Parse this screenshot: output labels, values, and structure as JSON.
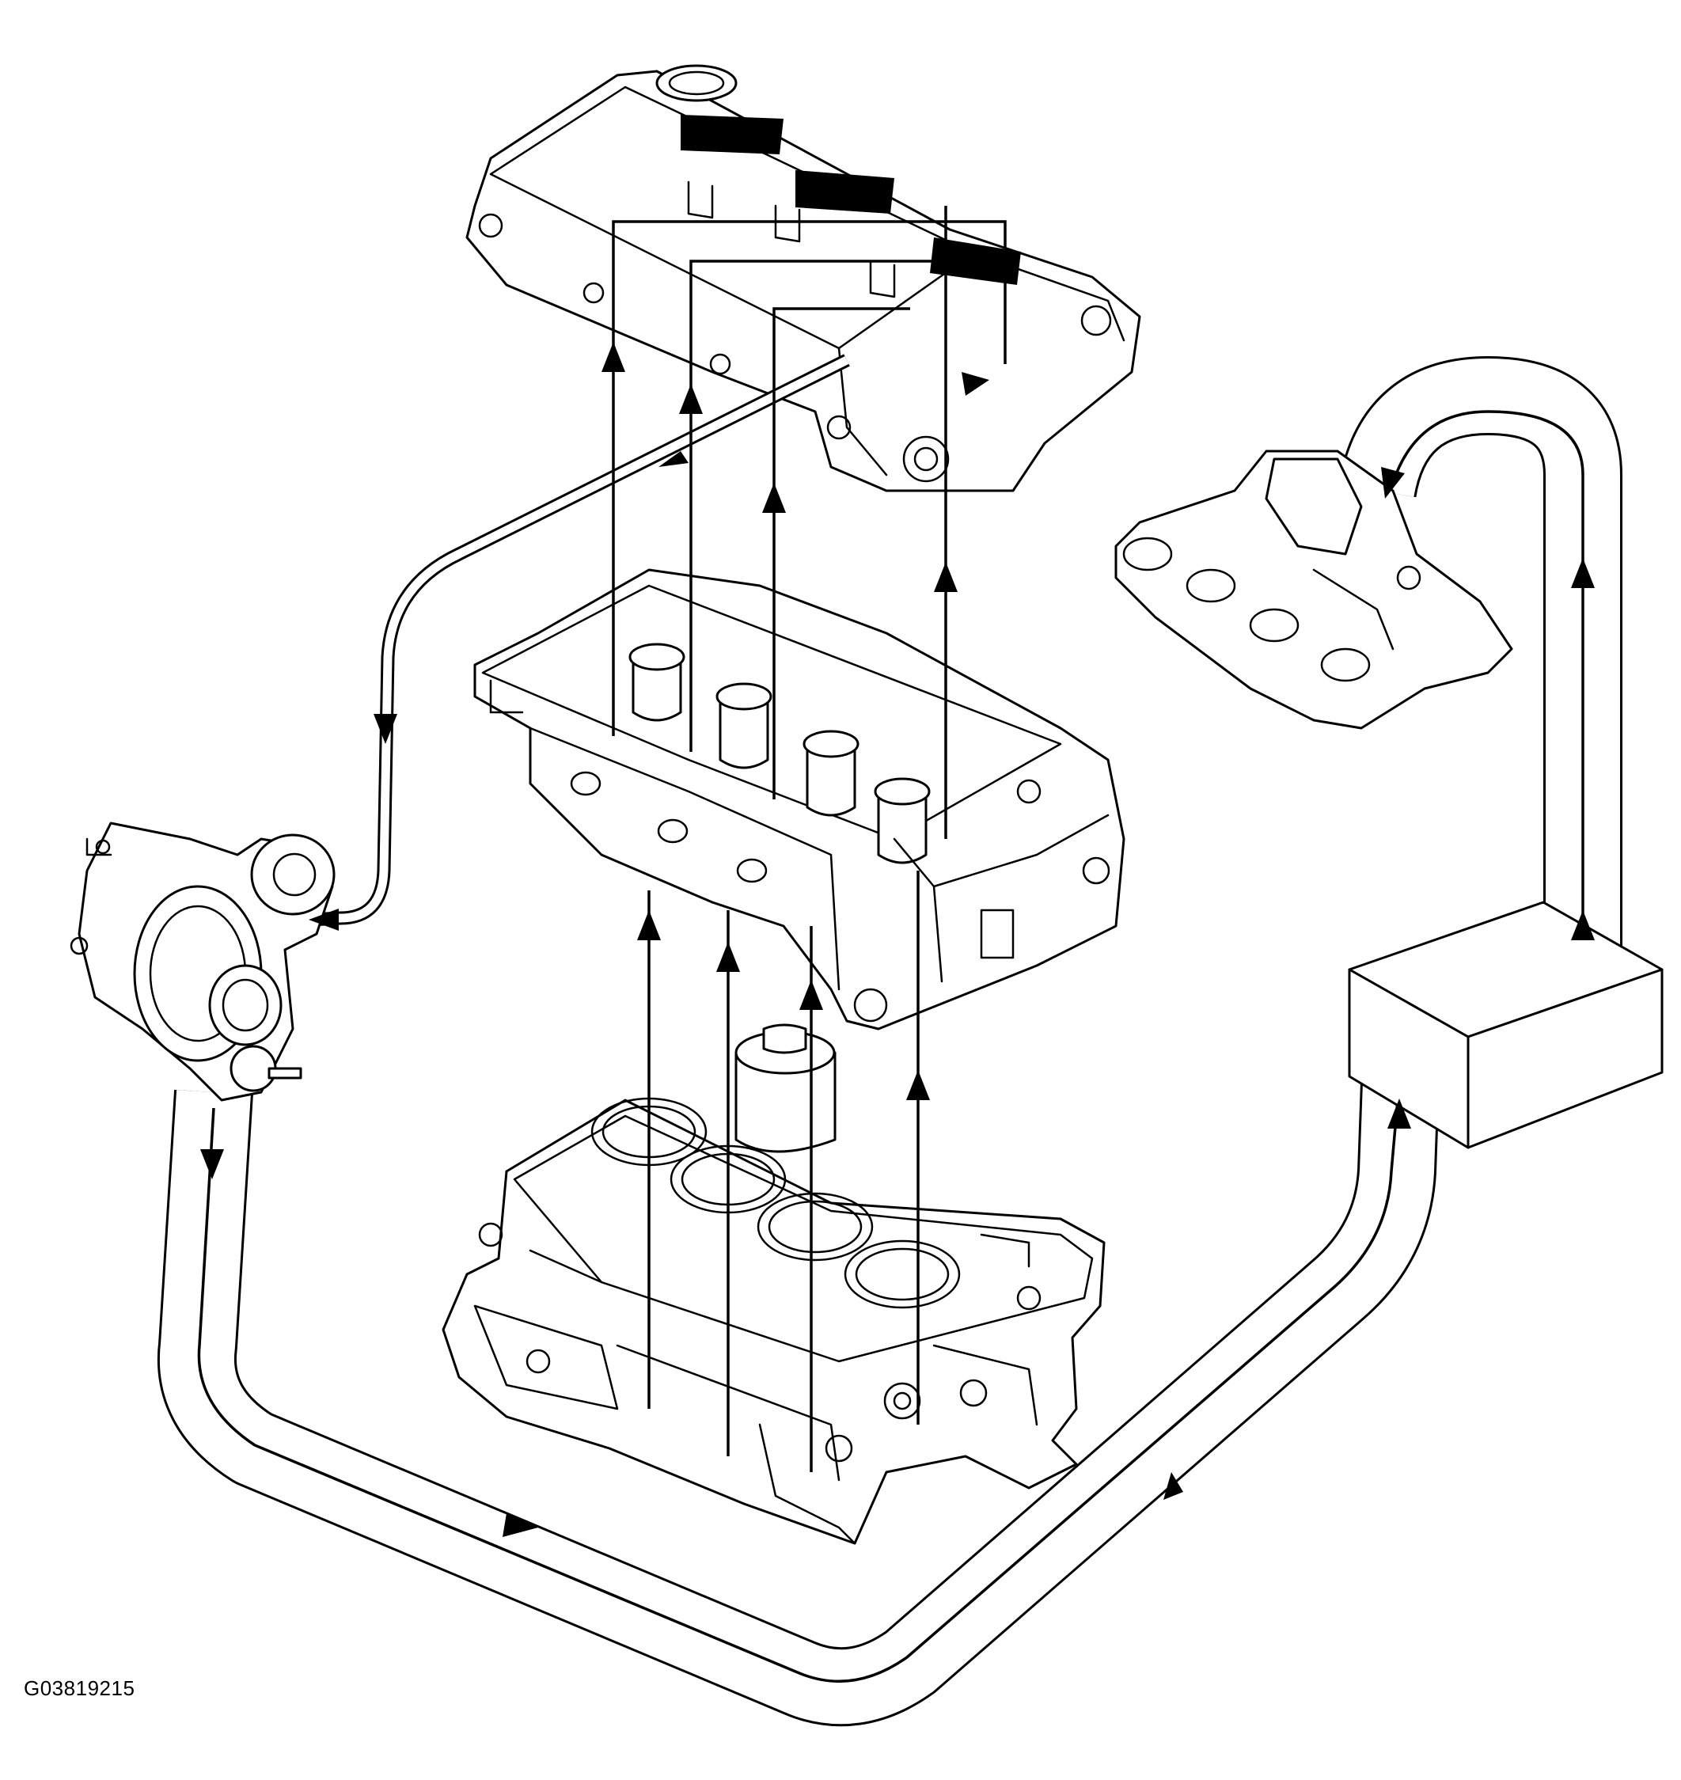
{
  "figure": {
    "id": "G03819215"
  },
  "colors": {
    "line": "#000000",
    "background": "#ffffff"
  },
  "icons": [
    "valve-cover",
    "cylinder-head",
    "engine-block",
    "turbocharger",
    "intake-manifold",
    "reservoir-box",
    "flow-arrow"
  ]
}
